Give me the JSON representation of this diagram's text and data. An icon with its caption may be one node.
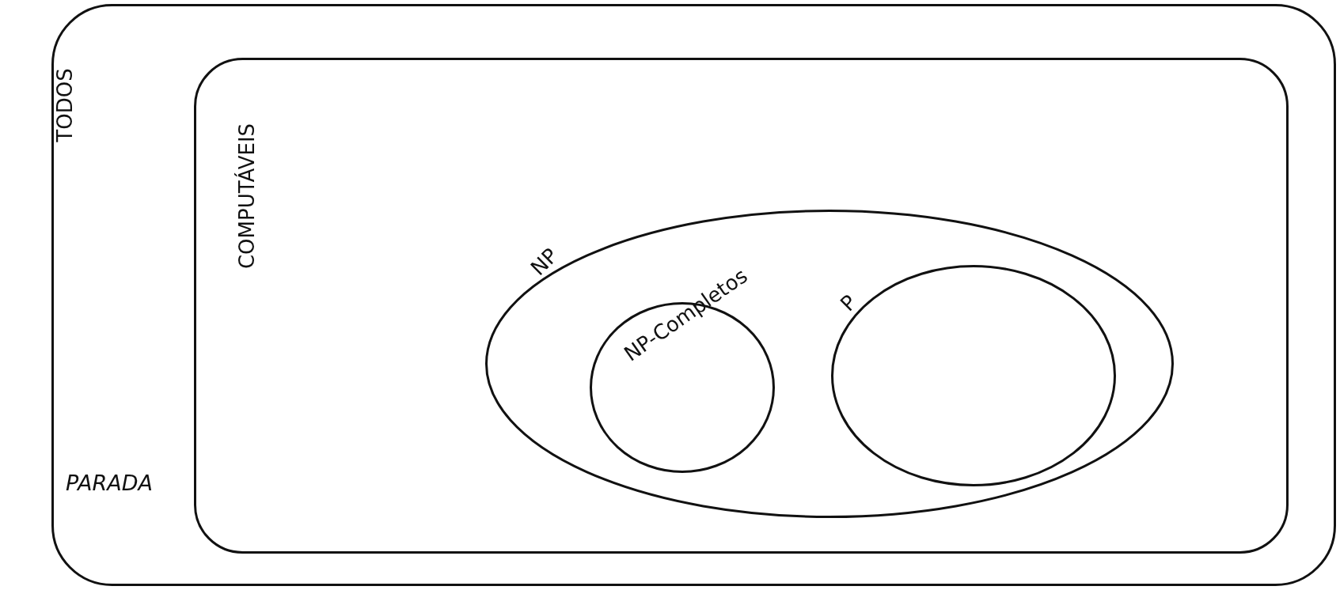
{
  "diagram": {
    "nodes": [
      {
        "text": [
          "TODOS"
        ]
      },
      {
        "text": [
          "COMPUTÁVEIS"
        ],
        "in": 0
      },
      {
        "text": [
          "NP"
        ],
        "in": 1
      },
      {
        "text": [
          "NP-Completos"
        ],
        "in": 2
      },
      {
        "text": [
          "P"
        ],
        "in": 2
      }
    ],
    "edges": [],
    "labels": [
      "PARADA"
    ]
  }
}
